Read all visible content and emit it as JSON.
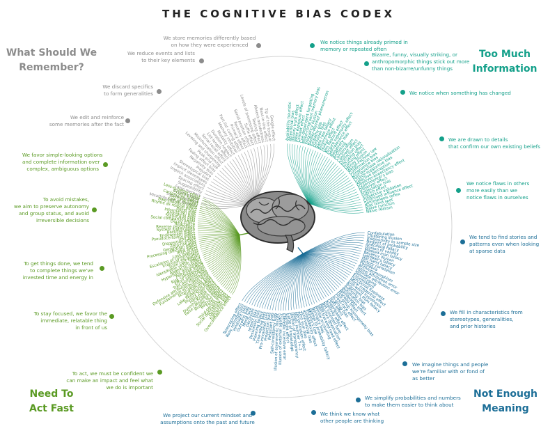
{
  "title": "THE COGNITIVE BIAS CODEX",
  "quadrants": {
    "remember": {
      "lines": [
        "What Should We",
        "Remember?"
      ],
      "color": "#8c8c8c"
    },
    "info": {
      "lines": [
        "Too Much",
        "Information"
      ],
      "color": "#14a08a"
    },
    "meaning": {
      "lines": [
        "Not Enough",
        "Meaning"
      ],
      "color": "#1c6e97"
    },
    "act": {
      "lines": [
        "Need To",
        "Act Fast"
      ],
      "color": "#5a9a23"
    }
  },
  "captions": {
    "rem1": [
      "We store memories differently based",
      "on how they were experienced"
    ],
    "rem2": [
      "We reduce events and lists",
      "to their key elements"
    ],
    "rem3": [
      "We discard specifics",
      "to form generalities"
    ],
    "rem4": [
      "We edit and reinforce",
      "some memories after the fact"
    ],
    "info1": [
      "We notice things already primed in",
      "memory or repeated often"
    ],
    "info2": [
      "Bizarre, funny, visually striking, or",
      "anthropomorphic things stick out more",
      "than non-bizarre/unfunny things"
    ],
    "info3": [
      "We notice when something has changed"
    ],
    "info4": [
      "We are drawn to details",
      "that confirm our own existing beliefs"
    ],
    "info5": [
      "We notice flaws in others",
      "more easily than we",
      "notice flaws in ourselves"
    ],
    "mean1": [
      "We tend to find stories and",
      "patterns even when looking",
      "at sparse data"
    ],
    "mean2": [
      "We fill in characteristics from",
      "stereotypes, generalities,",
      "and prior histories"
    ],
    "mean3": [
      "We imagine things and people",
      "we're familiar with or fond of",
      "as better"
    ],
    "mean4": [
      "We simplify probabilities and numbers",
      "to make them easier to think about"
    ],
    "mean5": [
      "We think we know what",
      "other people are thinking"
    ],
    "mean6": [
      "We project our current mindset and",
      "assumptions onto the past and future"
    ],
    "act1": [
      "We favor simple-looking options",
      "and complete information over",
      "complex, ambiguous options"
    ],
    "act2": [
      "To avoid mistakes,",
      "we aim to preserve autonomy",
      "and group status, and avoid",
      "irreversible decisions"
    ],
    "act3": [
      "To get things done, we tend",
      "to complete things we've",
      "invested time and energy in"
    ],
    "act4": [
      "To stay focused, we favor the",
      "immediate, relatable thing",
      "in front of us"
    ],
    "act5": [
      "To act, we must be confident we",
      "can make an impact and feel what",
      "we do is important"
    ]
  },
  "colors": {
    "remember": "#8c8c8c",
    "info": "#14a08a",
    "meaning": "#1c6e97",
    "act": "#5a9a23",
    "ring": "#d4d4d4"
  },
  "biases": {
    "remember": [
      "Misattribution of memory",
      "Source confusion",
      "Cryptomnesia",
      "False memory",
      "Suggestibility",
      "Spacing effect",
      "Implicit associations",
      "Implicit stereotypes",
      "Stereotypical bias",
      "Prejudice",
      "Negativity bias",
      "Fading affect bias",
      "Peak-end rule",
      "Leveling and sharpening",
      "Misinformation effect",
      "Serial recall effect",
      "List-length effect",
      "Duration neglect",
      "Modality effect",
      "Memory inhibition",
      "Part-list cueing effect",
      "Primacy effect",
      "Recency effect",
      "Serial position effect",
      "Suffix effect",
      "Levels of processing effect",
      "Testing effect",
      "Absent-mindedness",
      "Next-in-line effect",
      "Tip of the tongue",
      "Google effect"
    ],
    "info": [
      "Availability heuristic",
      "Attentional bias",
      "Illusory truth effect",
      "Mere exposure effect",
      "Context effect",
      "Cue-dependent forgetting",
      "Mood-congruent memory bias",
      "Frequency illusion",
      "Baader-Meinhof phenomenon",
      "Empathy gap",
      "Omission bias",
      "Base rate fallacy",
      "Bizarreness effect",
      "Humor effect",
      "Von Restorff effect",
      "Picture superiority effect",
      "Self-relevance effect",
      "Negativity bias",
      "Anchoring",
      "Conservatism",
      "Contrast effect",
      "Distinction bias",
      "Focusing effect",
      "Framing effect",
      "Money illusion",
      "Weber-Fechner law",
      "Confirmation bias",
      "Congruence bias",
      "Post-purchase rationalization",
      "Choice-supportive bias",
      "Selective perception",
      "Observer-expectancy effect",
      "Experimenter's bias",
      "Observer effect",
      "Expectation bias",
      "Ostrich effect",
      "Subjective validation",
      "Continued influence effect",
      "Semmelweis reflex",
      "Bias blind spot",
      "Naive cynicism",
      "Naive realism"
    ],
    "meaning": [
      "Confabulation",
      "Clustering illusion",
      "Insensitivity to sample size",
      "Neglect of probability",
      "Anecdotal fallacy",
      "Illusion of validity",
      "Masked-man fallacy",
      "Recency illusion",
      "Gambler's fallacy",
      "Hot-hand fallacy",
      "Illusory correlation",
      "Pareidolia",
      "Anthropomorphism",
      "Group attribution error",
      "Ultimate attribution error",
      "Stereotyping",
      "Essentialism",
      "Functional fixedness",
      "Moral credential effect",
      "Just-world hypothesis",
      "Argument from fallacy",
      "Authority bias",
      "Automation bias",
      "Bandwagon effect",
      "Placebo effect",
      "Out-group homogeneity bias",
      "Cross-race effect",
      "In-group bias",
      "Halo effect",
      "Cheerleader effect",
      "Positivity effect",
      "Not invented here",
      "Reactive devaluation",
      "Well-traveled road effect",
      "Mental accounting",
      "Normalcy bias",
      "Appeal to probability fallacy",
      "Murphy's Law",
      "Subadditivity effect",
      "Survivorship bias",
      "Zero sum bias",
      "Denomination effect",
      "Magic number 7+-2",
      "Illusion of transparency",
      "Curse of knowledge",
      "Spotlight effect",
      "Extrinsic incentive error",
      "Illusion of external agency",
      "Illusion of asymmetric insight",
      "Self-consistency bias",
      "Resistant bias",
      "Projection bias",
      "Pro-innovation bias",
      "Time-saving bias",
      "Planning fallacy",
      "Pessimism bias",
      "Impact bias",
      "Declinism",
      "Moral luck",
      "Outcome bias",
      "Hindsight bias",
      "Rosy retrospection",
      "Telescoping effect"
    ],
    "act": [
      "Overconfidence effect",
      "Egocentric bias",
      "Optimism bias",
      "Social desirability bias",
      "Third-person effect",
      "Forer effect",
      "Barnum effect",
      "Illusion of control",
      "False consensus effect",
      "Dunning-Kruger effect",
      "Hard-easy effect",
      "Illusory superiority",
      "Lake Wobegone effect",
      "Self-serving bias",
      "Actor-observer bias",
      "Fundamental attribution error",
      "Defensive attribution hypothesis",
      "Trait ascription bias",
      "Effort justification",
      "Risk compensation",
      "Peltzman effect",
      "Hyperbolic discounting",
      "Appeal to novelty",
      "Identifiable victim effect",
      "Sunk cost fallacy",
      "Irrational escalation",
      "Escalation of commitment",
      "Loss aversion",
      "IKEA effect",
      "Processing difficulty effect",
      "Generation effect",
      "Zero-risk bias",
      "Disposition effect",
      "Unit bias",
      "Pseudocertainty effect",
      "Endowment effect",
      "Backfire effect",
      "System justification",
      "Reverse psychology",
      "Reactance",
      "Decoy effect",
      "Social comparison bias",
      "Status quo bias",
      "Ambiguity bias",
      "Information bias",
      "Belief bias",
      "Rhyme as reason effect",
      "Bike-shedding effect",
      "Law of Triviality",
      "Delmore effect",
      "Conjunction fallacy",
      "Occam's razor",
      "Less-is-better effect"
    ]
  }
}
